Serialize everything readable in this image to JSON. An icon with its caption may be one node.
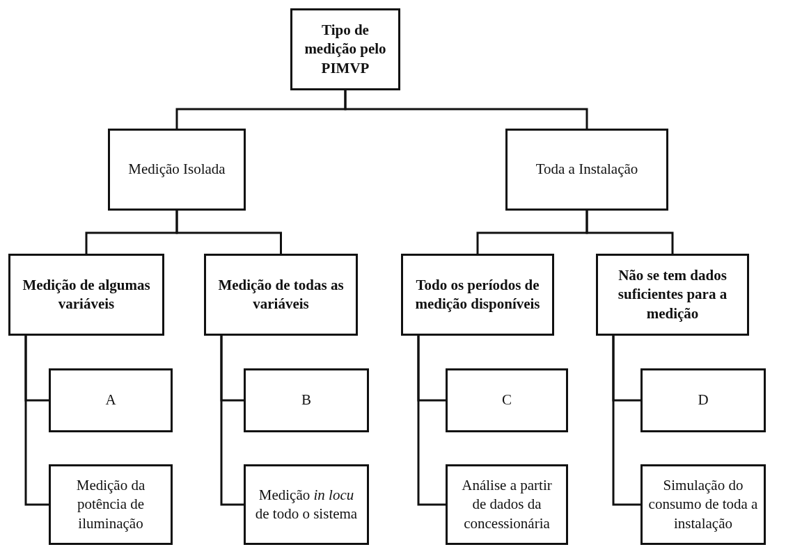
{
  "diagram": {
    "nodes": [
      {
        "text": [
          "Tipo de medição pelo PIMVP"
        ]
      },
      {
        "text": [
          "Medição Isolada"
        ]
      },
      {
        "text": [
          "Toda a Instalação"
        ]
      },
      {
        "text": [
          "Medição de algumas variáveis"
        ]
      },
      {
        "text": [
          "A"
        ]
      },
      {
        "text": [
          "Medição da potência de iluminação"
        ]
      },
      {
        "text": [
          "Medição de todas as variáveis"
        ]
      },
      {
        "text": [
          "B"
        ]
      },
      {
        "text": [
          "Medição *in locu* de todo o sistema"
        ]
      },
      {
        "text": [
          "Todo os períodos de medição disponíveis"
        ]
      },
      {
        "text": [
          "C"
        ]
      },
      {
        "text": [
          "Análise a partir de dados da concessionária"
        ]
      },
      {
        "text": [
          "Não se tem dados suficientes para a medição"
        ]
      },
      {
        "text": [
          "D"
        ]
      },
      {
        "text": [
          "Simulação do consumo de toda a instalação"
        ]
      }
    ],
    "edges": [
      {
        "from": 0,
        "to": 1,
        "arrow": "none"
      },
      {
        "from": 0,
        "to": 2,
        "arrow": "none"
      },
      {
        "from": 1,
        "to": 3,
        "arrow": "none"
      },
      {
        "from": 1,
        "to": 6,
        "arrow": "none"
      },
      {
        "from": 2,
        "to": 9,
        "arrow": "none"
      },
      {
        "from": 2,
        "to": 12,
        "arrow": "none"
      },
      {
        "from": 3,
        "to": 4,
        "arrow": "none"
      },
      {
        "from": 3,
        "to": 5,
        "arrow": "none"
      },
      {
        "from": 6,
        "to": 7,
        "arrow": "none"
      },
      {
        "from": 6,
        "to": 8,
        "arrow": "none"
      },
      {
        "from": 9,
        "to": 10,
        "arrow": "none"
      },
      {
        "from": 9,
        "to": 11,
        "arrow": "none"
      },
      {
        "from": 12,
        "to": 13,
        "arrow": "none"
      },
      {
        "from": 12,
        "to": 14,
        "arrow": "none"
      }
    ]
  }
}
